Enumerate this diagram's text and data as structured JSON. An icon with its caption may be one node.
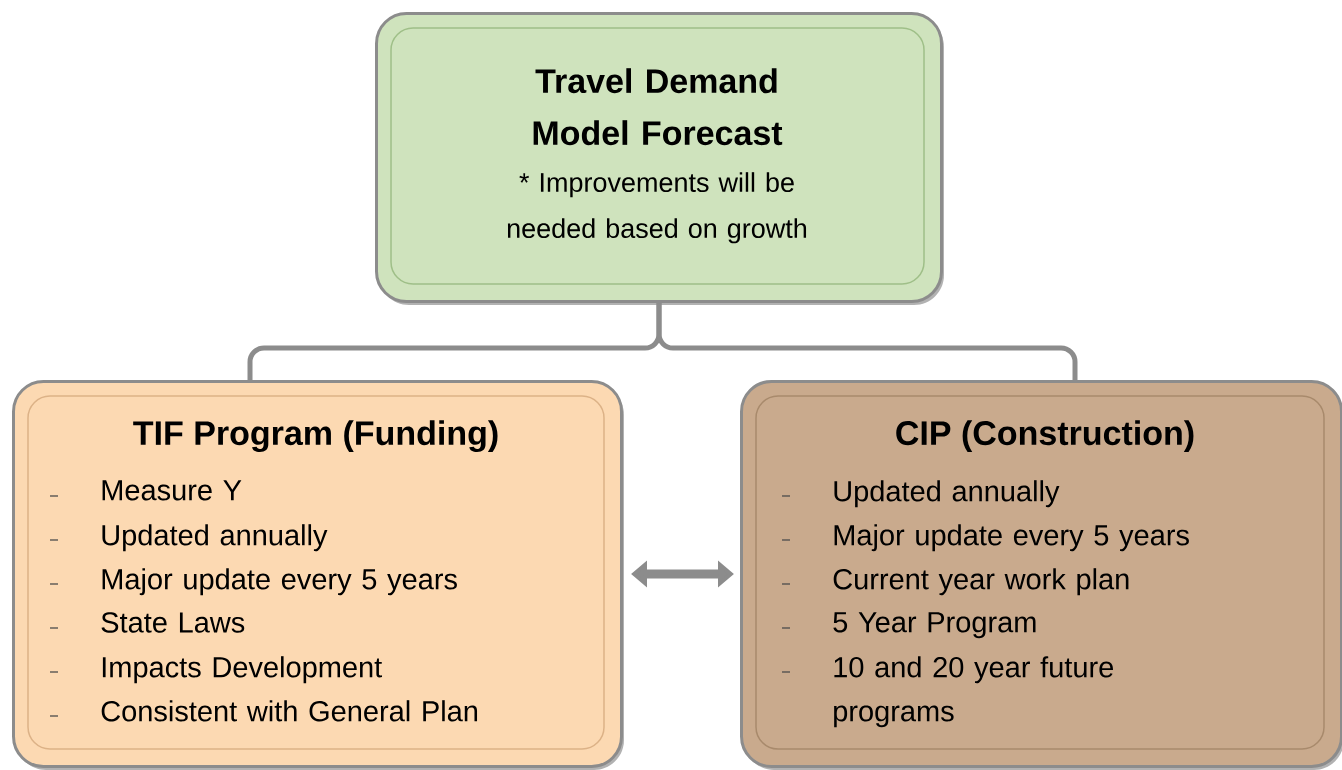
{
  "diagram": {
    "nodes": [
      {
        "text": [
          "Travel Demand Model Forecast",
          "* Improvements will be needed based on growth"
        ]
      },
      {
        "text": [
          "TIF Program (Funding)",
          "Measure Y",
          "Updated annually",
          "Major update every 5 years",
          "State Laws",
          "Impacts Development",
          "Consistent with General Plan"
        ]
      },
      {
        "text": [
          "CIP (Construction)",
          "Updated annually",
          "Major update every 5 years",
          "Current year work plan",
          "5 Year Program",
          "10 and 20 year future programs"
        ]
      }
    ],
    "edges": [
      {
        "from": 0,
        "to": 1,
        "arrow": "none"
      },
      {
        "from": 0,
        "to": 2,
        "arrow": "none"
      },
      {
        "from": 1,
        "to": 2,
        "arrow": "both",
        "style": "thick"
      }
    ]
  }
}
